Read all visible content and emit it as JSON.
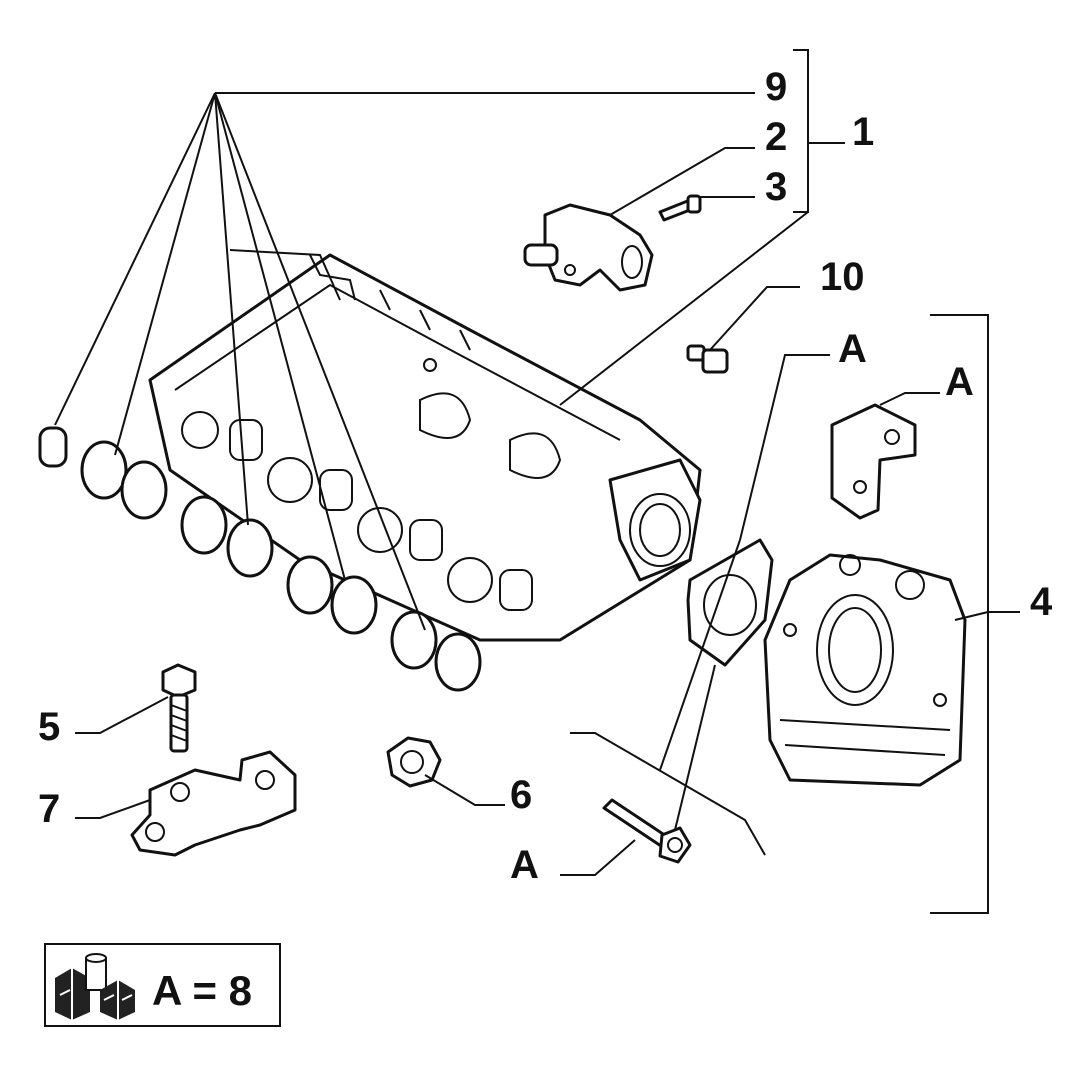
{
  "callouts": {
    "c1": "1",
    "c2": "2",
    "c3": "3",
    "c4": "4",
    "c5": "5",
    "c6": "6",
    "c7": "7",
    "c9": "9",
    "c10": "10",
    "a_top": "A",
    "a_bracket": "A",
    "a_bottom": "A"
  },
  "legend": {
    "text": "A = 8",
    "icon": "fiat-parts-box-icon"
  }
}
